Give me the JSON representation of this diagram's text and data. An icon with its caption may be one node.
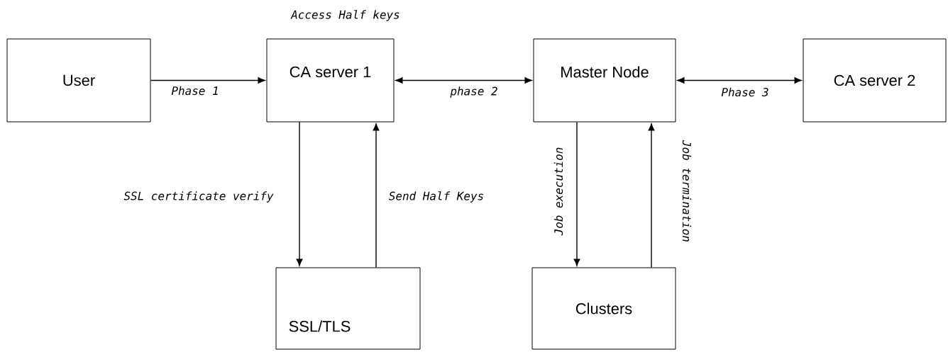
{
  "diagram": {
    "nodes": [
      {
        "text": [
          "User"
        ]
      },
      {
        "text": [
          "CA server 1"
        ],
        "beside": [
          "Access Half keys"
        ]
      },
      {
        "text": [
          "Master Node"
        ]
      },
      {
        "text": [
          "CA server 2"
        ]
      },
      {
        "text": [
          "SSL/TLS"
        ]
      },
      {
        "text": [
          "Clusters"
        ]
      }
    ],
    "edges": [
      {
        "from": 0,
        "to": 1,
        "arrow": "to",
        "label": "Phase 1"
      },
      {
        "from": 1,
        "to": 2,
        "arrow": "both",
        "label": "phase 2"
      },
      {
        "from": 2,
        "to": 3,
        "arrow": "both",
        "label": "Phase 3"
      },
      {
        "from": 1,
        "to": 4,
        "arrow": "to",
        "label": "SSL certificate verify"
      },
      {
        "from": 4,
        "to": 1,
        "arrow": "to",
        "label": "Send Half Keys"
      },
      {
        "from": 2,
        "to": 5,
        "arrow": "to",
        "label": "Job execution"
      },
      {
        "from": 5,
        "to": 2,
        "arrow": "to",
        "label": "Job termination"
      }
    ]
  }
}
